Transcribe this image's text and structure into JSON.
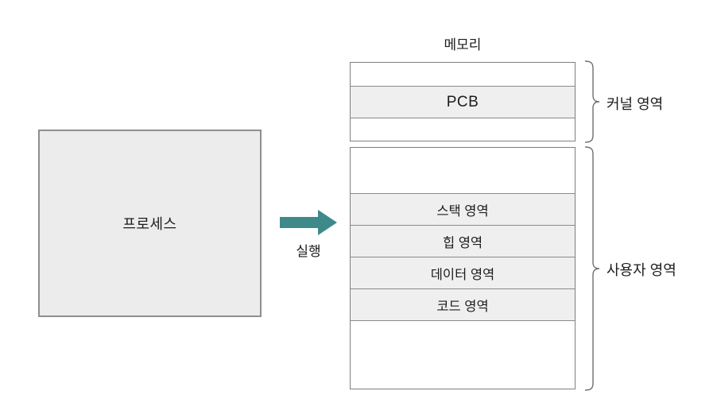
{
  "process": {
    "label": "프로세스"
  },
  "arrow": {
    "label": "실행",
    "color": "#3E8A8B"
  },
  "memory": {
    "title": "메모리",
    "kernel_rows": [
      {
        "label": "",
        "shaded": false
      },
      {
        "label": "PCB",
        "shaded": true
      },
      {
        "label": "",
        "shaded": false
      }
    ],
    "user_rows": [
      {
        "label": "",
        "shaded": false
      },
      {
        "label": "스택 영역",
        "shaded": true
      },
      {
        "label": "힙 영역",
        "shaded": true
      },
      {
        "label": "데이터 영역",
        "shaded": true
      },
      {
        "label": "코드 영역",
        "shaded": true
      },
      {
        "label": "",
        "shaded": false
      }
    ],
    "kernel_brace_label": "커널 영역",
    "user_brace_label": "사용자 영역"
  },
  "colors": {
    "row_shade": "#EFEFEF",
    "box_border": "#8A8A8A",
    "arrow_teal": "#3E8A8B",
    "text": "#1C1C1C",
    "background": "#FFFFFF"
  }
}
